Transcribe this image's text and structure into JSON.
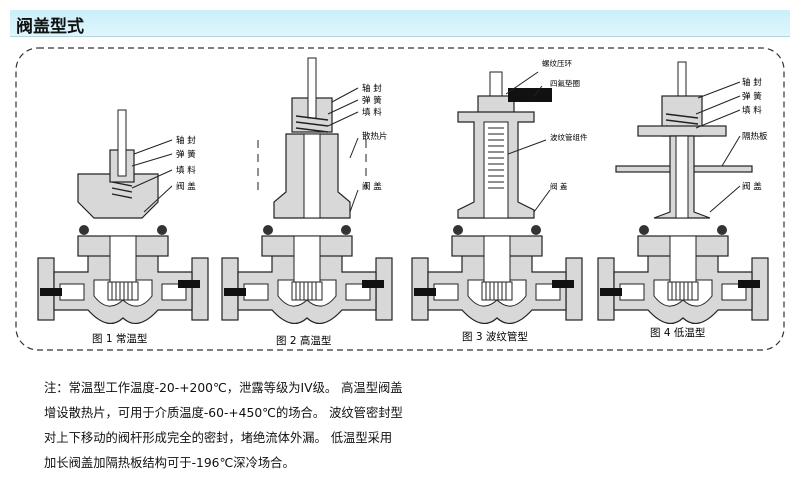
{
  "header": {
    "title": "阀盖型式"
  },
  "figures": [
    {
      "caption": "图 1  常温型",
      "labels": [
        "轴 封",
        "弹 簧",
        "填 料",
        "阀 盖"
      ]
    },
    {
      "caption": "图 2  高温型",
      "labels": [
        "轴 封",
        "弹 簧",
        "填 料",
        "散热片",
        "阀 盖"
      ]
    },
    {
      "caption": "图 3  波纹管型",
      "labels": [
        "螺纹压环",
        "四氟垫圈",
        "波纹管组件",
        "阀 盖"
      ]
    },
    {
      "caption": "图 4  低温型",
      "labels": [
        "轴 封",
        "弹 簧",
        "填 料",
        "隔热板",
        "阀 盖"
      ]
    }
  ],
  "note": {
    "lines": [
      "注：常温型工作温度-20-+200℃，泄露等级为IV级。  高温型阀盖",
      "增设散热片，可用于介质温度-60-+450℃的场合。  波纹管密封型",
      "对上下移动的阀杆形成完全的密封，堵绝流体外漏。  低温型采用",
      "加长阀盖加隔热板结构可于-196℃深冷场合。"
    ]
  },
  "colors": {
    "title_bg": "#c9effa",
    "line": "#222222",
    "fill": "#d8d8d8",
    "dash": "#333333"
  }
}
